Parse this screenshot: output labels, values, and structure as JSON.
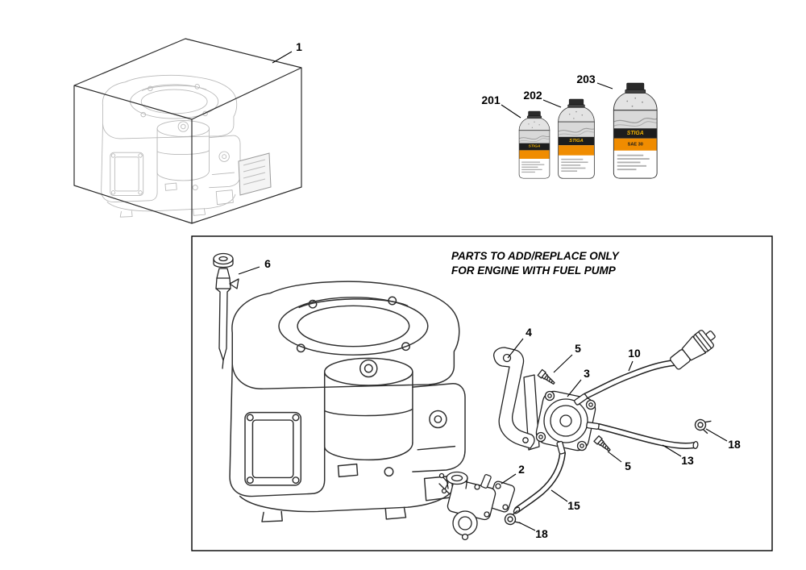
{
  "panel_note": {
    "line1": "PARTS TO ADD/REPLACE ONLY",
    "line2": "FOR ENGINE WITH FUEL PUMP"
  },
  "callouts": {
    "engine_box": "1",
    "oil_bottle_small": "201",
    "oil_bottle_medium": "202",
    "oil_bottle_large": "203",
    "dipstick": "6",
    "carburetor": "2",
    "fuel_pump": "3",
    "bracket": "4",
    "screw_upper": "5",
    "screw_lower": "5",
    "hose_upper": "10",
    "hose_middle": "13",
    "hose_lower": "15",
    "clamp_right": "18",
    "clamp_bottom": "18"
  },
  "oil": {
    "brand": "STIGA",
    "grade_large": "SAE 30"
  },
  "colors": {
    "label_orange": "#f08c00",
    "line_black": "#000000",
    "ghost_gray": "#b8b8b8"
  }
}
